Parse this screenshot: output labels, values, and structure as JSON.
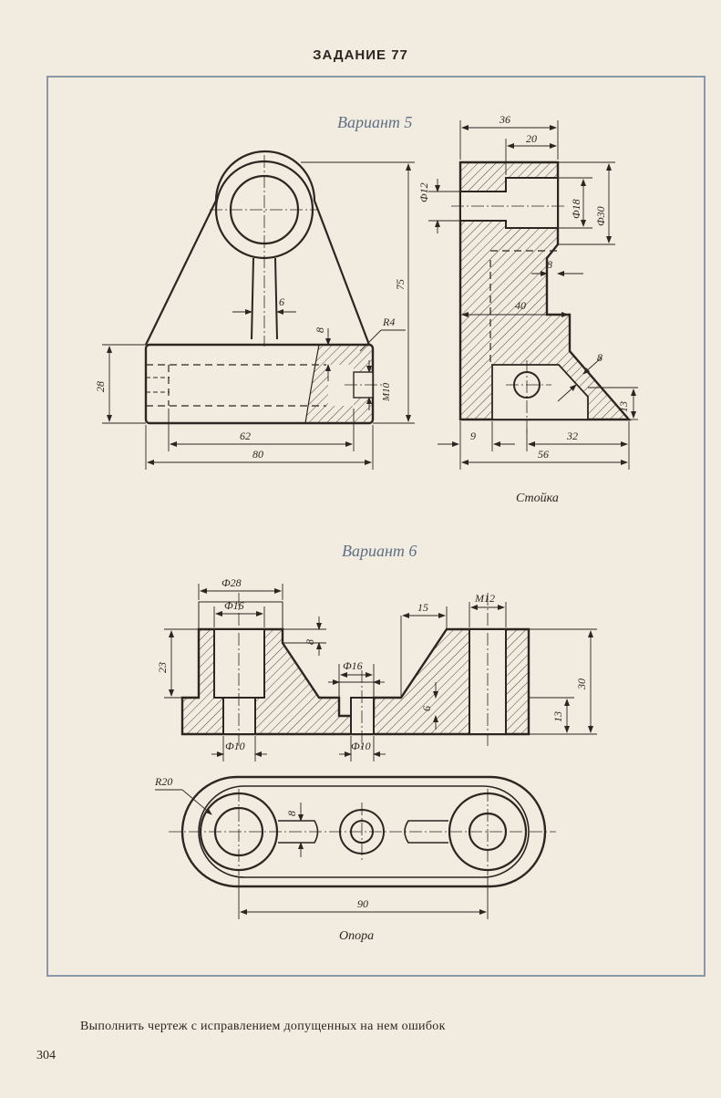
{
  "page": {
    "title": "ЗАДАНИЕ 77",
    "caption": "Выполнить чертеж с исправлением допущенных на нем ошибок",
    "page_number": "304"
  },
  "variant5": {
    "heading": "Вариант 5",
    "part_name": "Стойка",
    "dims": {
      "d36": "36",
      "d20": "20",
      "phi12": "Ф12",
      "phi18": "Ф18",
      "phi30": "Ф30",
      "d75": "75",
      "d6": "6",
      "d8a": "8",
      "r4": "R4",
      "d28": "28",
      "m10": "M10",
      "d62": "62",
      "d80": "80",
      "d8b": "8",
      "d40": "40",
      "d8c": "8",
      "d13": "13",
      "d9": "9",
      "d32": "32",
      "d56": "56"
    }
  },
  "variant6": {
    "heading": "Вариант 6",
    "part_name": "Опора",
    "dims": {
      "phi28": "Ф28",
      "phi16a": "Ф16",
      "d15": "15",
      "m12": "M12",
      "d23": "23",
      "d8a": "8",
      "phi16b": "Ф16",
      "d30": "30",
      "d6": "6",
      "d13": "13",
      "phi10a": "Ф10",
      "phi10b": "Ф10",
      "r20": "R20",
      "d8b": "8",
      "d90": "90"
    }
  }
}
